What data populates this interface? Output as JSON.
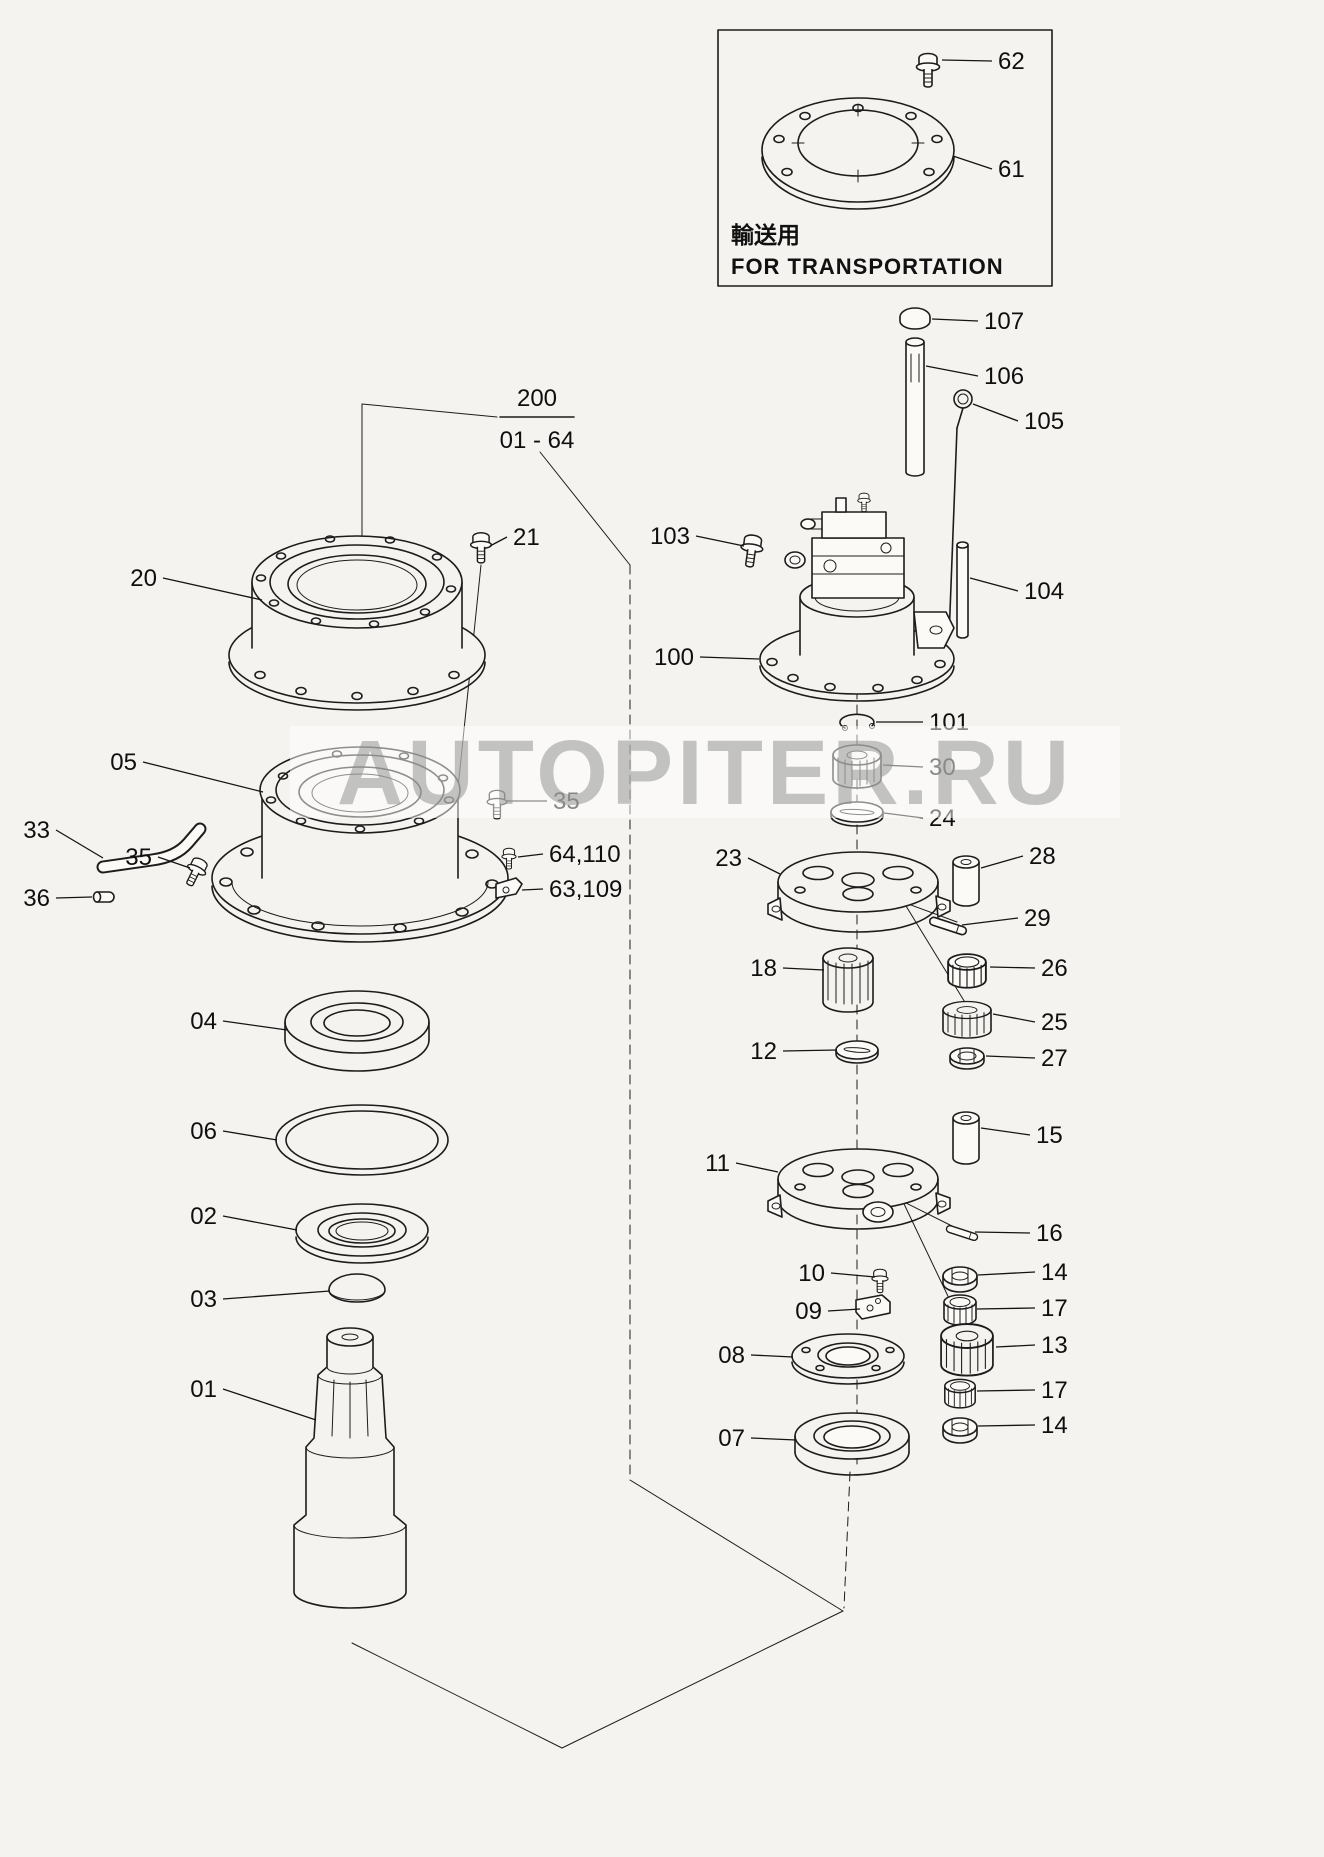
{
  "watermark": "AUTOPITER.RU",
  "header": {
    "assembly_number": "200",
    "assembly_range": "01 - 64"
  },
  "transport_inset": {
    "title_jp": "輸送用",
    "title_en": "FOR TRANSPORTATION"
  },
  "part_labels": {
    "p01": "01",
    "p02": "02",
    "p03": "03",
    "p04": "04",
    "p05": "05",
    "p06": "06",
    "p07": "07",
    "p08": "08",
    "p09": "09",
    "p10": "10",
    "p11": "11",
    "p12": "12",
    "p13": "13",
    "p14": "14",
    "p15": "15",
    "p16": "16",
    "p17": "17",
    "p18": "18",
    "p20": "20",
    "p21": "21",
    "p23": "23",
    "p24": "24",
    "p25": "25",
    "p26": "26",
    "p27": "27",
    "p28": "28",
    "p29": "29",
    "p30": "30",
    "p33": "33",
    "p35": "35",
    "p36": "36",
    "p61": "61",
    "p62": "62",
    "p63_109": "63,109",
    "p64_110": "64,110",
    "p100": "100",
    "p101": "101",
    "p103": "103",
    "p104": "104",
    "p105": "105",
    "p106": "106",
    "p107": "107"
  },
  "colors": {
    "line": "#1c1c1c",
    "background": "#f4f3ef",
    "watermark_gray": "#8c8c8c"
  }
}
